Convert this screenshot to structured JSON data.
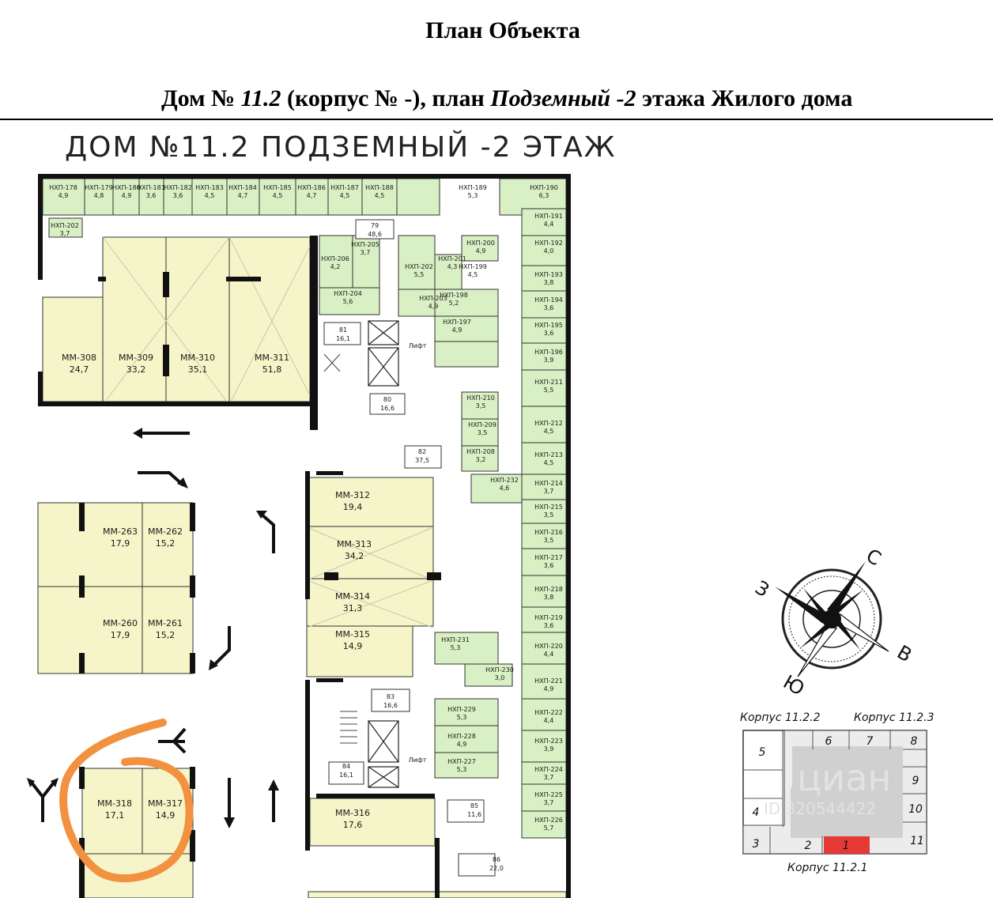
{
  "header": {
    "title": "План Объекта",
    "sub_a": "Дом № ",
    "sub_b": "11.2",
    "sub_c": " (корпус № -), план ",
    "sub_d": "Подземный -2",
    "sub_e": " этажа Жилого дома"
  },
  "plan": {
    "title": "ДОМ №11.2 ПОДЗЕМНЫЙ -2 ЭТАЖ",
    "lift_label": "Лифт"
  },
  "storage_units": [
    {
      "name": "НХП-178",
      "area": "4,9"
    },
    {
      "name": "НХП-179",
      "area": "4,8"
    },
    {
      "name": "НХП-180",
      "area": "4,9"
    },
    {
      "name": "НХП-181",
      "area": "3,6"
    },
    {
      "name": "НХП-182",
      "area": "3,6"
    },
    {
      "name": "НХП-183",
      "area": "4,5"
    },
    {
      "name": "НХП-184",
      "area": "4,7"
    },
    {
      "name": "НХП-185",
      "area": "4,5"
    },
    {
      "name": "НХП-186",
      "area": "4,7"
    },
    {
      "name": "НХП-187",
      "area": "4,5"
    },
    {
      "name": "НХП-188",
      "area": "4,5"
    },
    {
      "name": "НХП-189",
      "area": "5,3"
    },
    {
      "name": "НХП-190",
      "area": "6,3"
    },
    {
      "name": "НХП-191",
      "area": "4,4"
    },
    {
      "name": "НХП-192",
      "area": "4,0"
    },
    {
      "name": "НХП-193",
      "area": "3,8"
    },
    {
      "name": "НХП-194",
      "area": "3,6"
    },
    {
      "name": "НХП-195",
      "area": "3,6"
    },
    {
      "name": "НХП-196",
      "area": "3,9"
    },
    {
      "name": "НХП-197",
      "area": "4,9"
    },
    {
      "name": "НХП-198",
      "area": "5,2"
    },
    {
      "name": "НХП-199",
      "area": "4,5"
    },
    {
      "name": "НХП-200",
      "area": "4,9"
    },
    {
      "name": "НХП-201",
      "area": "4,3"
    },
    {
      "name": "НХП-202",
      "area": "3,7"
    },
    {
      "name": "НХП-202",
      "area": "5,5"
    },
    {
      "name": "НХП-203",
      "area": "4,9"
    },
    {
      "name": "НХП-204",
      "area": "5,6"
    },
    {
      "name": "НХП-205",
      "area": "3,7"
    },
    {
      "name": "НХП-206",
      "area": "4,2"
    },
    {
      "name": "НХП-208",
      "area": "3,2"
    },
    {
      "name": "НХП-209",
      "area": "3,5"
    },
    {
      "name": "НХП-210",
      "area": "3,5"
    },
    {
      "name": "НХП-211",
      "area": "5,5"
    },
    {
      "name": "НХП-212",
      "area": "4,5"
    },
    {
      "name": "НХП-213",
      "area": "4,5"
    },
    {
      "name": "НХП-214",
      "area": "3,7"
    },
    {
      "name": "НХП-215",
      "area": "3,5"
    },
    {
      "name": "НХП-216",
      "area": "3,5"
    },
    {
      "name": "НХП-217",
      "area": "3,6"
    },
    {
      "name": "НХП-218",
      "area": "3,8"
    },
    {
      "name": "НХП-219",
      "area": "3,6"
    },
    {
      "name": "НХП-220",
      "area": "4,4"
    },
    {
      "name": "НХП-221",
      "area": "4,9"
    },
    {
      "name": "НХП-222",
      "area": "4,4"
    },
    {
      "name": "НХП-223",
      "area": "3,9"
    },
    {
      "name": "НХП-224",
      "area": "3,7"
    },
    {
      "name": "НХП-225",
      "area": "3,7"
    },
    {
      "name": "НХП-226",
      "area": "5,7"
    },
    {
      "name": "НХП-227",
      "area": "5,3"
    },
    {
      "name": "НХП-228",
      "area": "4,9"
    },
    {
      "name": "НХП-229",
      "area": "5,3"
    },
    {
      "name": "НХП-230",
      "area": "3,0"
    },
    {
      "name": "НХП-231",
      "area": "5,3"
    },
    {
      "name": "НХП-232",
      "area": "4,6"
    }
  ],
  "parking_spaces": [
    {
      "name": "ММ-308",
      "area": "24,7"
    },
    {
      "name": "ММ-309",
      "area": "33,2"
    },
    {
      "name": "ММ-310",
      "area": "35,1"
    },
    {
      "name": "ММ-311",
      "area": "51,8"
    },
    {
      "name": "ММ-312",
      "area": "19,4"
    },
    {
      "name": "ММ-313",
      "area": "34,2"
    },
    {
      "name": "ММ-314",
      "area": "31,3"
    },
    {
      "name": "ММ-315",
      "area": "14,9"
    },
    {
      "name": "ММ-316",
      "area": "17,6"
    },
    {
      "name": "ММ-263",
      "area": "17,9"
    },
    {
      "name": "ММ-262",
      "area": "15,2"
    },
    {
      "name": "ММ-260",
      "area": "17,9"
    },
    {
      "name": "ММ-261",
      "area": "15,2"
    },
    {
      "name": "ММ-318",
      "area": "17,1"
    },
    {
      "name": "ММ-317",
      "area": "14,9"
    }
  ],
  "service_rooms": [
    {
      "name": "79",
      "area": "48,6"
    },
    {
      "name": "80",
      "area": "16,6"
    },
    {
      "name": "81",
      "area": "16,1"
    },
    {
      "name": "82",
      "area": "37,5"
    },
    {
      "name": "83",
      "area": "16,6"
    },
    {
      "name": "84",
      "area": "16,1"
    },
    {
      "name": "85",
      "area": "11,6"
    },
    {
      "name": "86",
      "area": "22,0"
    }
  ],
  "compass": {
    "north": "С",
    "east": "В",
    "south": "Ю",
    "west": "З"
  },
  "key_plan": {
    "label_top_left": "Корпус 11.2.2",
    "label_top_right": "Корпус 11.2.3",
    "label_bottom": "Корпус 11.2.1",
    "sections": [
      "1",
      "2",
      "3",
      "4",
      "5",
      "6",
      "7",
      "8",
      "9",
      "10",
      "11"
    ],
    "highlight": "1",
    "watermark": "циан",
    "watermark_id": "ID 320544422"
  },
  "colors": {
    "room_fill": "#f5f5c9",
    "storage_fill": "#d9efc4",
    "highlight": "#e53935",
    "annotation": "#f2913f",
    "wall": "#111111"
  }
}
